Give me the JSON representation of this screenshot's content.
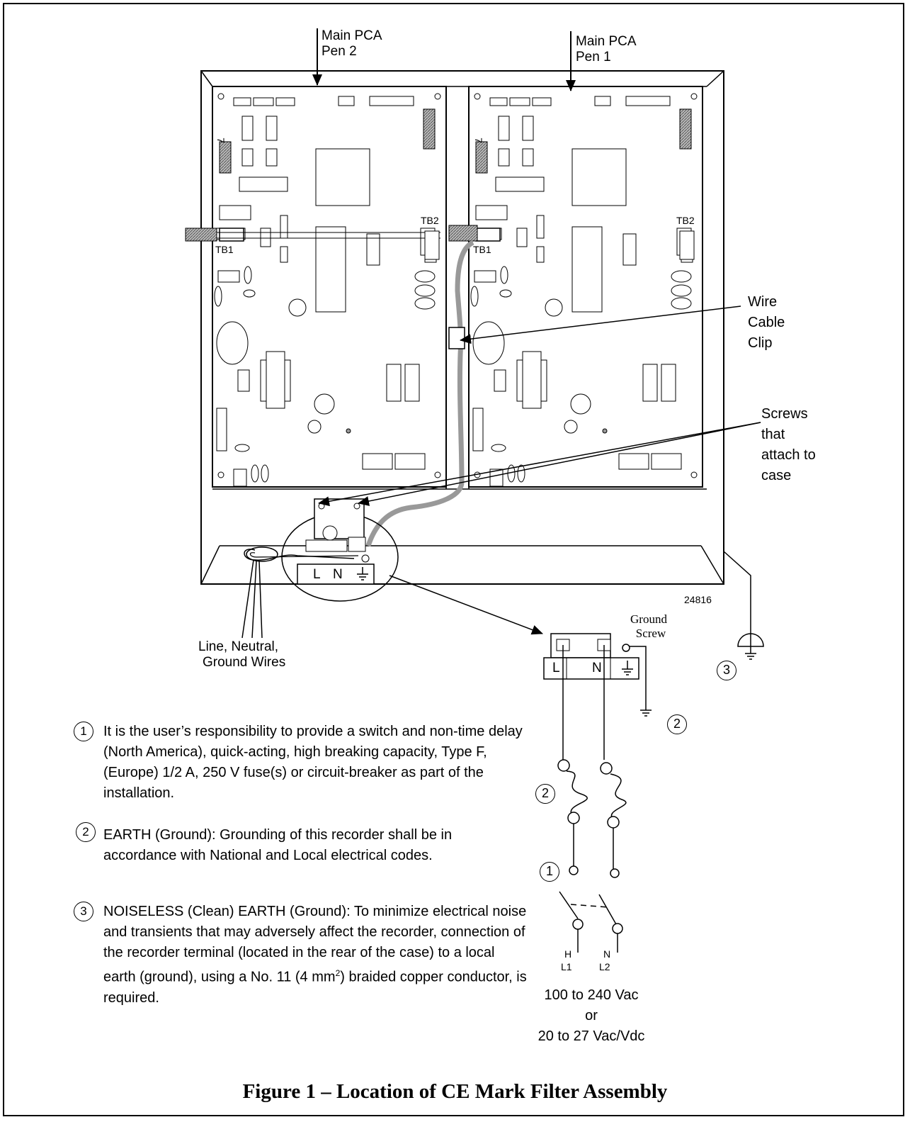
{
  "labels": {
    "main_pca_pen2": [
      "Main PCA",
      "Pen 2"
    ],
    "main_pca_pen1": [
      "Main PCA",
      "Pen 1"
    ],
    "tb1": "TB1",
    "tb2": "TB2",
    "seven": "7",
    "wire_cable_clip": [
      "Wire",
      "Cable",
      "Clip"
    ],
    "screws": [
      "Screws",
      "that",
      "attach to",
      "case"
    ],
    "figure_id": "24816",
    "ground_screw": [
      "Ground",
      "Screw"
    ],
    "line_neutral_ground": [
      "Line, Neutral,",
      "Ground Wires"
    ],
    "terminal_l": "L",
    "terminal_n": "N",
    "h": "H",
    "l1": "L1",
    "n": "N",
    "l2": "L2",
    "supply": [
      "100 to 240 Vac",
      "or",
      "20 to 27 Vac/Vdc"
    ]
  },
  "callouts": {
    "one": "1",
    "two": "2",
    "three": "3"
  },
  "notes": [
    {
      "num": "1",
      "text": "It is the user’s responsibility to provide a switch and non-time delay (North America), quick-acting, high breaking capacity, Type F, (Europe) 1/2 A, 250 V fuse(s) or circuit-breaker as part of the installation."
    },
    {
      "num": "2",
      "text": "EARTH (Ground): Grounding of this recorder shall be in accordance with National and Local electrical codes."
    },
    {
      "num": "3",
      "text_before": "NOISELESS (Clean) EARTH (Ground): To minimize electrical noise and transients that may adversely affect the recorder, connection of the recorder terminal (located in the rear of the case) to a local earth (ground), using a No. 11 (4 mm",
      "sup": "2",
      "text_after": ") braided copper conductor, is required."
    }
  ],
  "caption": "Figure 1 – Location of CE Mark Filter Assembly"
}
